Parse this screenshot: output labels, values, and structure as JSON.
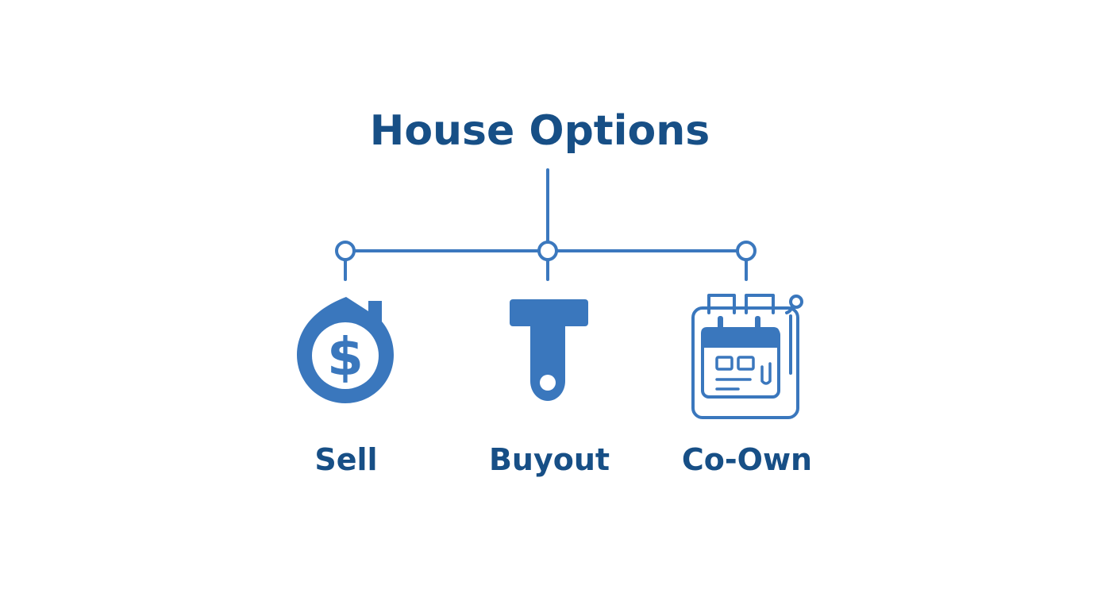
{
  "diagram": {
    "title": "House Options",
    "options": [
      {
        "label": "Sell",
        "icon": "house-dollar-icon"
      },
      {
        "label": "Buyout",
        "icon": "key-tag-icon"
      },
      {
        "label": "Co-Own",
        "icon": "calendar-clipboard-icon"
      }
    ]
  },
  "colors": {
    "title": "#174f86",
    "accent": "#3a77bd",
    "background": "#ffffff"
  }
}
